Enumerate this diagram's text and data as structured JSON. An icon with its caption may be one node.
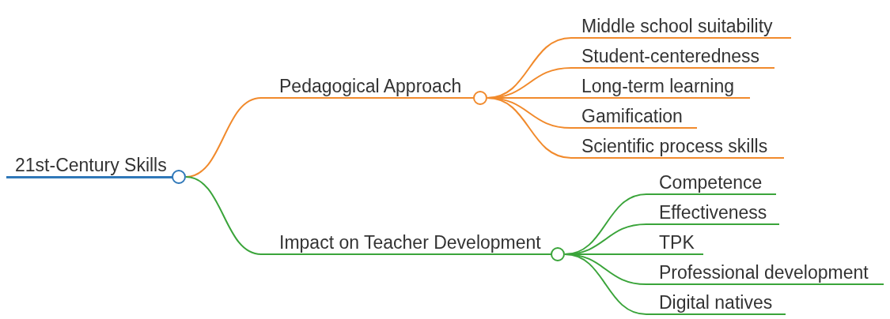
{
  "diagram": {
    "nodes": [
      {
        "text": [
          "21st-Century Skills"
        ]
      },
      {
        "text": [
          "Pedagogical Approach"
        ]
      },
      {
        "text": [
          "Impact on Teacher Development"
        ]
      },
      {
        "text": [
          "Middle school suitability"
        ]
      },
      {
        "text": [
          "Student-centeredness"
        ]
      },
      {
        "text": [
          "Long-term learning"
        ]
      },
      {
        "text": [
          "Gamification"
        ]
      },
      {
        "text": [
          "Scientific process skills"
        ]
      },
      {
        "text": [
          "Competence"
        ]
      },
      {
        "text": [
          "Effectiveness"
        ]
      },
      {
        "text": [
          "TPK"
        ]
      },
      {
        "text": [
          "Professional development"
        ]
      },
      {
        "text": [
          "Digital natives"
        ]
      }
    ],
    "edges": [
      {
        "from": 0,
        "to": 1,
        "arrow": "none",
        "color": "#f18a2c"
      },
      {
        "from": 0,
        "to": 2,
        "arrow": "none",
        "color": "#3aa43a"
      },
      {
        "from": 1,
        "to": 3,
        "arrow": "none",
        "color": "#f18a2c"
      },
      {
        "from": 1,
        "to": 4,
        "arrow": "none",
        "color": "#f18a2c"
      },
      {
        "from": 1,
        "to": 5,
        "arrow": "none",
        "color": "#f18a2c"
      },
      {
        "from": 1,
        "to": 6,
        "arrow": "none",
        "color": "#f18a2c"
      },
      {
        "from": 1,
        "to": 7,
        "arrow": "none",
        "color": "#f18a2c"
      },
      {
        "from": 2,
        "to": 8,
        "arrow": "none",
        "color": "#3aa43a"
      },
      {
        "from": 2,
        "to": 9,
        "arrow": "none",
        "color": "#3aa43a"
      },
      {
        "from": 2,
        "to": 10,
        "arrow": "none",
        "color": "#3aa43a"
      },
      {
        "from": 2,
        "to": 11,
        "arrow": "none",
        "color": "#3aa43a"
      },
      {
        "from": 2,
        "to": 12,
        "arrow": "none",
        "color": "#3aa43a"
      }
    ]
  }
}
